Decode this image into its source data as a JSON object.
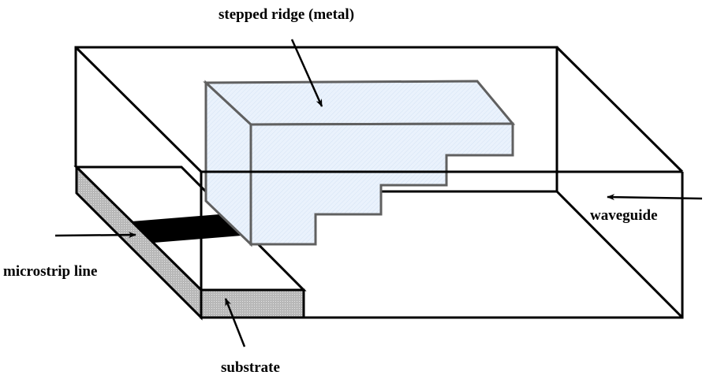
{
  "labels": {
    "ridge": "stepped ridge (metal)",
    "waveguide": "waveguide",
    "microstrip": "microstrip line",
    "substrate": "substrate"
  },
  "colors": {
    "ridge_fill": "#eaf2fc",
    "ridge_stroke": "#606060",
    "substrate_fill": "#bdbdbd",
    "line": "#000000"
  }
}
